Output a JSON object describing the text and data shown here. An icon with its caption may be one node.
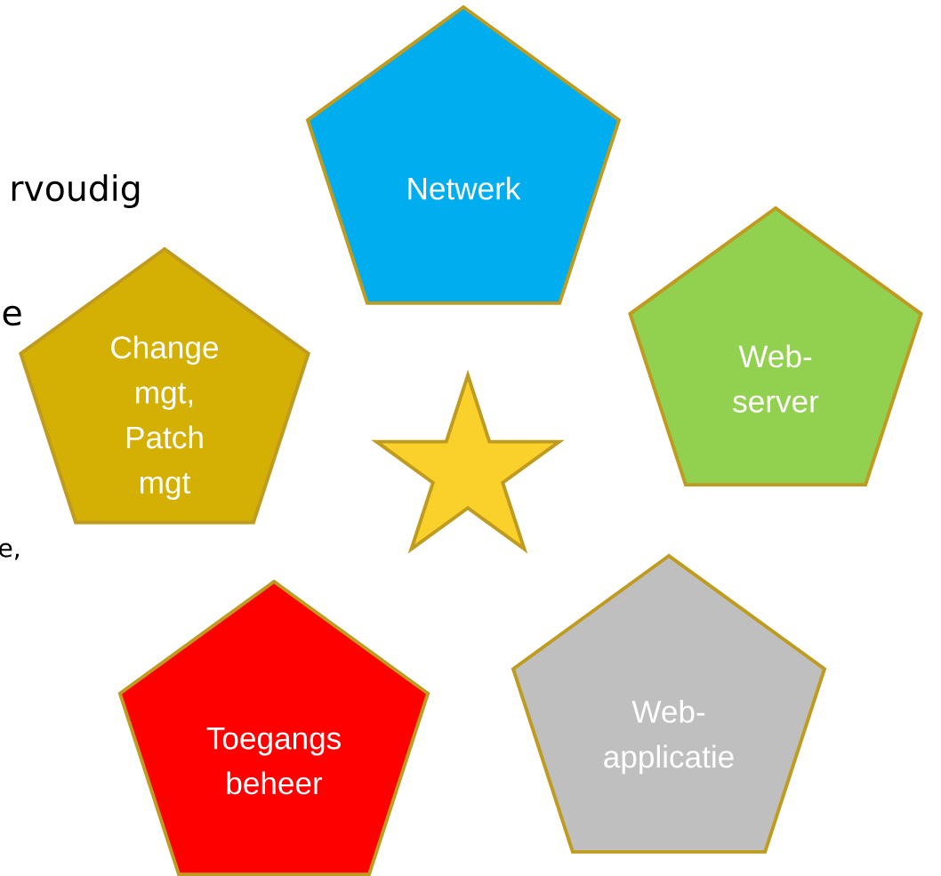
{
  "diagram": {
    "nodes": [
      {
        "text": [
          "Netwerk"
        ]
      },
      {
        "text": [
          "Web- server"
        ]
      },
      {
        "text": [
          "Change mgt, Patch mgt"
        ]
      },
      {
        "text": [],
        "shape": "star"
      },
      {
        "text": [
          "Toegangs beheer"
        ]
      },
      {
        "text": [
          "Web- applicatie"
        ]
      }
    ],
    "labels": [
      "rvoudig",
      "e",
      "e,"
    ]
  }
}
